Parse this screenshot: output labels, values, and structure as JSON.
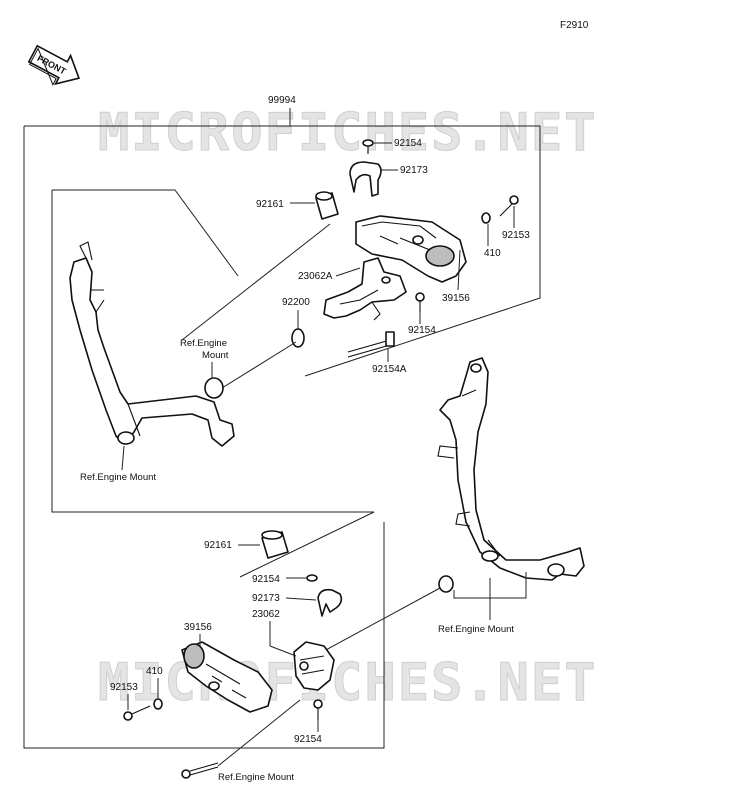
{
  "figure_code": "F2910",
  "front_label": "FRONT",
  "watermark": "MICROFICHES.NET",
  "parts": {
    "kit": "99994",
    "upper": {
      "screw_top": "92154",
      "clamp": "92173",
      "spacer": "92161",
      "washer_410": "410",
      "bolt_92153": "92153",
      "bracket": "23062A",
      "slider": "39156",
      "washer_92200": "92200",
      "bolt_92154": "92154",
      "bolt_long": "92154A",
      "ref_mount_1": "Ref.Engine",
      "ref_mount_2": "Mount",
      "ref_mount_frame": "Ref.Engine Mount"
    },
    "lower": {
      "spacer": "92161",
      "screw": "92154",
      "clamp": "92173",
      "bracket": "23062",
      "slider": "39156",
      "washer_410": "410",
      "bolt_92153": "92153",
      "bolt_bottom": "92154",
      "ref_mount_right": "Ref.Engine Mount",
      "ref_mount_bottom": "Ref.Engine Mount"
    }
  }
}
